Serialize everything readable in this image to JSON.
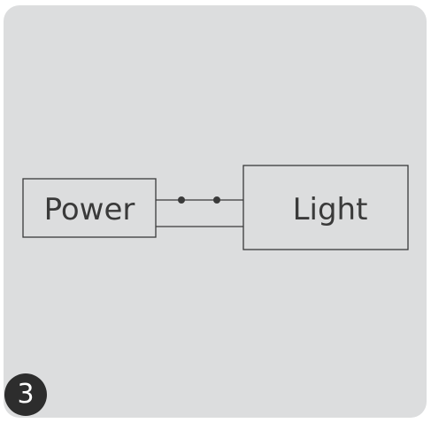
{
  "diagram": {
    "nodes": [
      {
        "id": "power",
        "label": "Power"
      },
      {
        "id": "light",
        "label": "Light"
      }
    ],
    "connection": {
      "from": "power",
      "to": "light",
      "wires": 2,
      "switch_contacts": 2
    }
  },
  "step": {
    "number": "3"
  },
  "colors": {
    "panel_background": "#dcddde",
    "line": "#3a3a3a",
    "badge_background": "#2d2d2d",
    "badge_text": "#ffffff"
  }
}
